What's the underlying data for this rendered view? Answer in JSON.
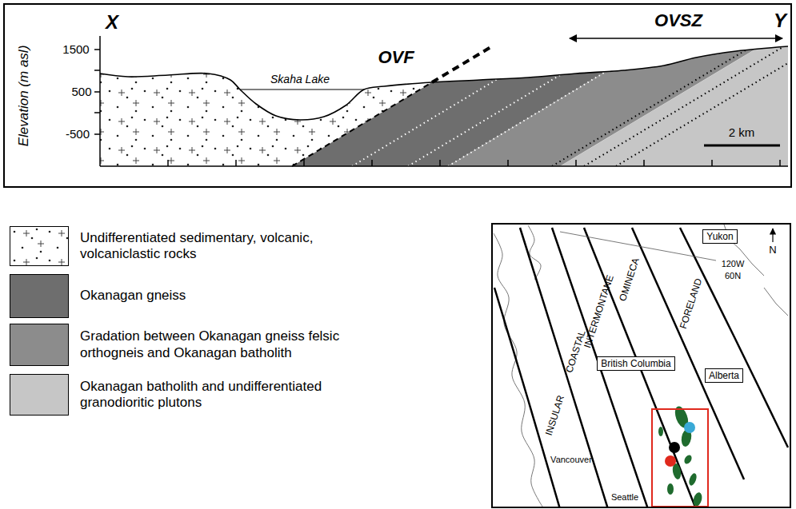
{
  "diagram": {
    "nodes": [
      {
        "text": [
          "Yukon"
        ]
      },
      {
        "text": [
          "British Columbia"
        ]
      },
      {
        "text": [
          "Alberta"
        ]
      }
    ],
    "labels": [
      "X",
      "Y",
      "OVF",
      "OVSZ",
      "Elevation (m asl)",
      "1500",
      "500",
      "-500",
      "Skaha Lake",
      "2 km",
      "N",
      "120W",
      "60N",
      "OMINECA",
      "INTERMONTANE",
      "FORELAND",
      "COASTAL",
      "INSULAR",
      "Vancouver",
      "Seattle"
    ],
    "legend": [
      {
        "text": "Undifferentiated sedimentary, volcanic, volcaniclastic rocks"
      },
      {
        "text": "Okanagan gneiss",
        "color": "#6e6e6e"
      },
      {
        "text": "Gradation between Okanagan gneiss felsic orthogneis and Okanagan batholith",
        "color": "#8c8c8c"
      },
      {
        "text": "Okanagan batholith and undifferentiated granodioritic plutons",
        "color": "#c6c6c6"
      }
    ]
  }
}
